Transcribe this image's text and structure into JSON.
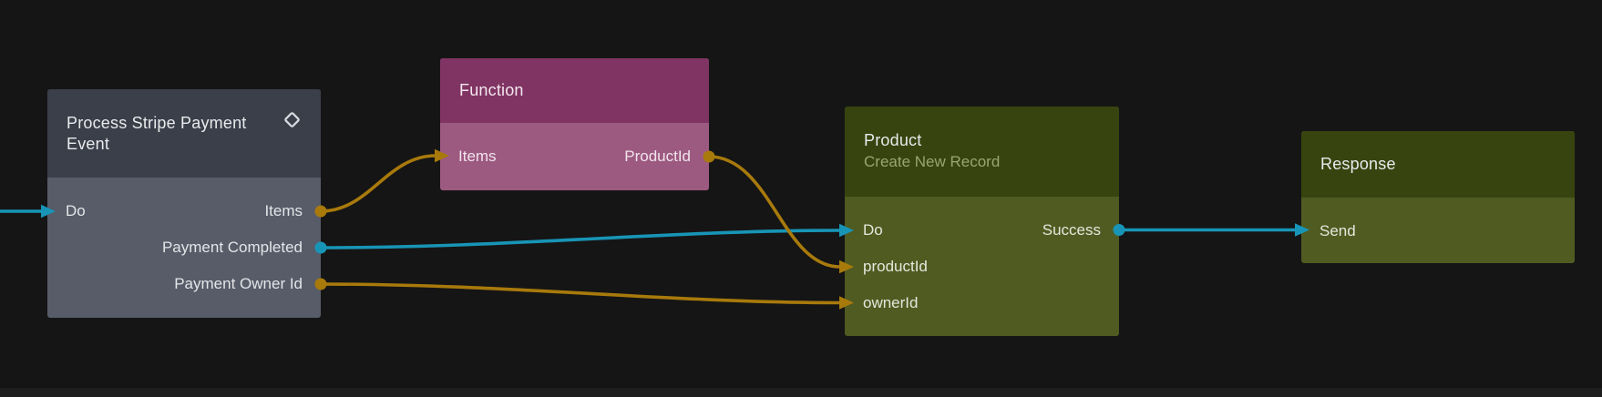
{
  "canvas": {
    "background": "#151515",
    "bottom_bar_color": "#1e1e1e"
  },
  "colors": {
    "wire_teal": "#1895b6",
    "wire_orange": "#a87a0c",
    "trigger_header": "#3b3f4a",
    "trigger_body": "#575c68",
    "function_header": "#803463",
    "function_body": "#9d5a81",
    "record_header": "#38440f",
    "record_body": "#4f5b21",
    "subtitle_text": "#9aa571",
    "title_text": "#e9eaec",
    "diamond_icon_stroke": "#d9dce1"
  },
  "icons": {
    "trigger_badge": "diamond-icon"
  },
  "nodes": {
    "trigger": {
      "title": "Process Stripe Payment Event",
      "ports": {
        "do": "Do",
        "items": "Items",
        "payment_completed": "Payment Completed",
        "payment_owner_id": "Payment Owner Id"
      }
    },
    "function": {
      "title": "Function",
      "ports": {
        "items": "Items",
        "product_id": "ProductId"
      }
    },
    "product": {
      "title": "Product",
      "subtitle": "Create New Record",
      "ports": {
        "do": "Do",
        "success": "Success",
        "product_id": "productId",
        "owner_id": "ownerId"
      }
    },
    "response": {
      "title": "Response",
      "ports": {
        "send": "Send"
      }
    }
  },
  "connections": [
    {
      "from": "offscreen-left",
      "to": "trigger.Do",
      "color": "teal"
    },
    {
      "from": "trigger.Items",
      "to": "function.Items",
      "color": "orange"
    },
    {
      "from": "trigger.Payment Completed",
      "to": "product.Do",
      "color": "teal"
    },
    {
      "from": "trigger.Payment Owner Id",
      "to": "product.ownerId",
      "color": "orange"
    },
    {
      "from": "function.ProductId",
      "to": "product.productId",
      "color": "orange"
    },
    {
      "from": "product.Success",
      "to": "response.Send",
      "color": "teal"
    }
  ]
}
